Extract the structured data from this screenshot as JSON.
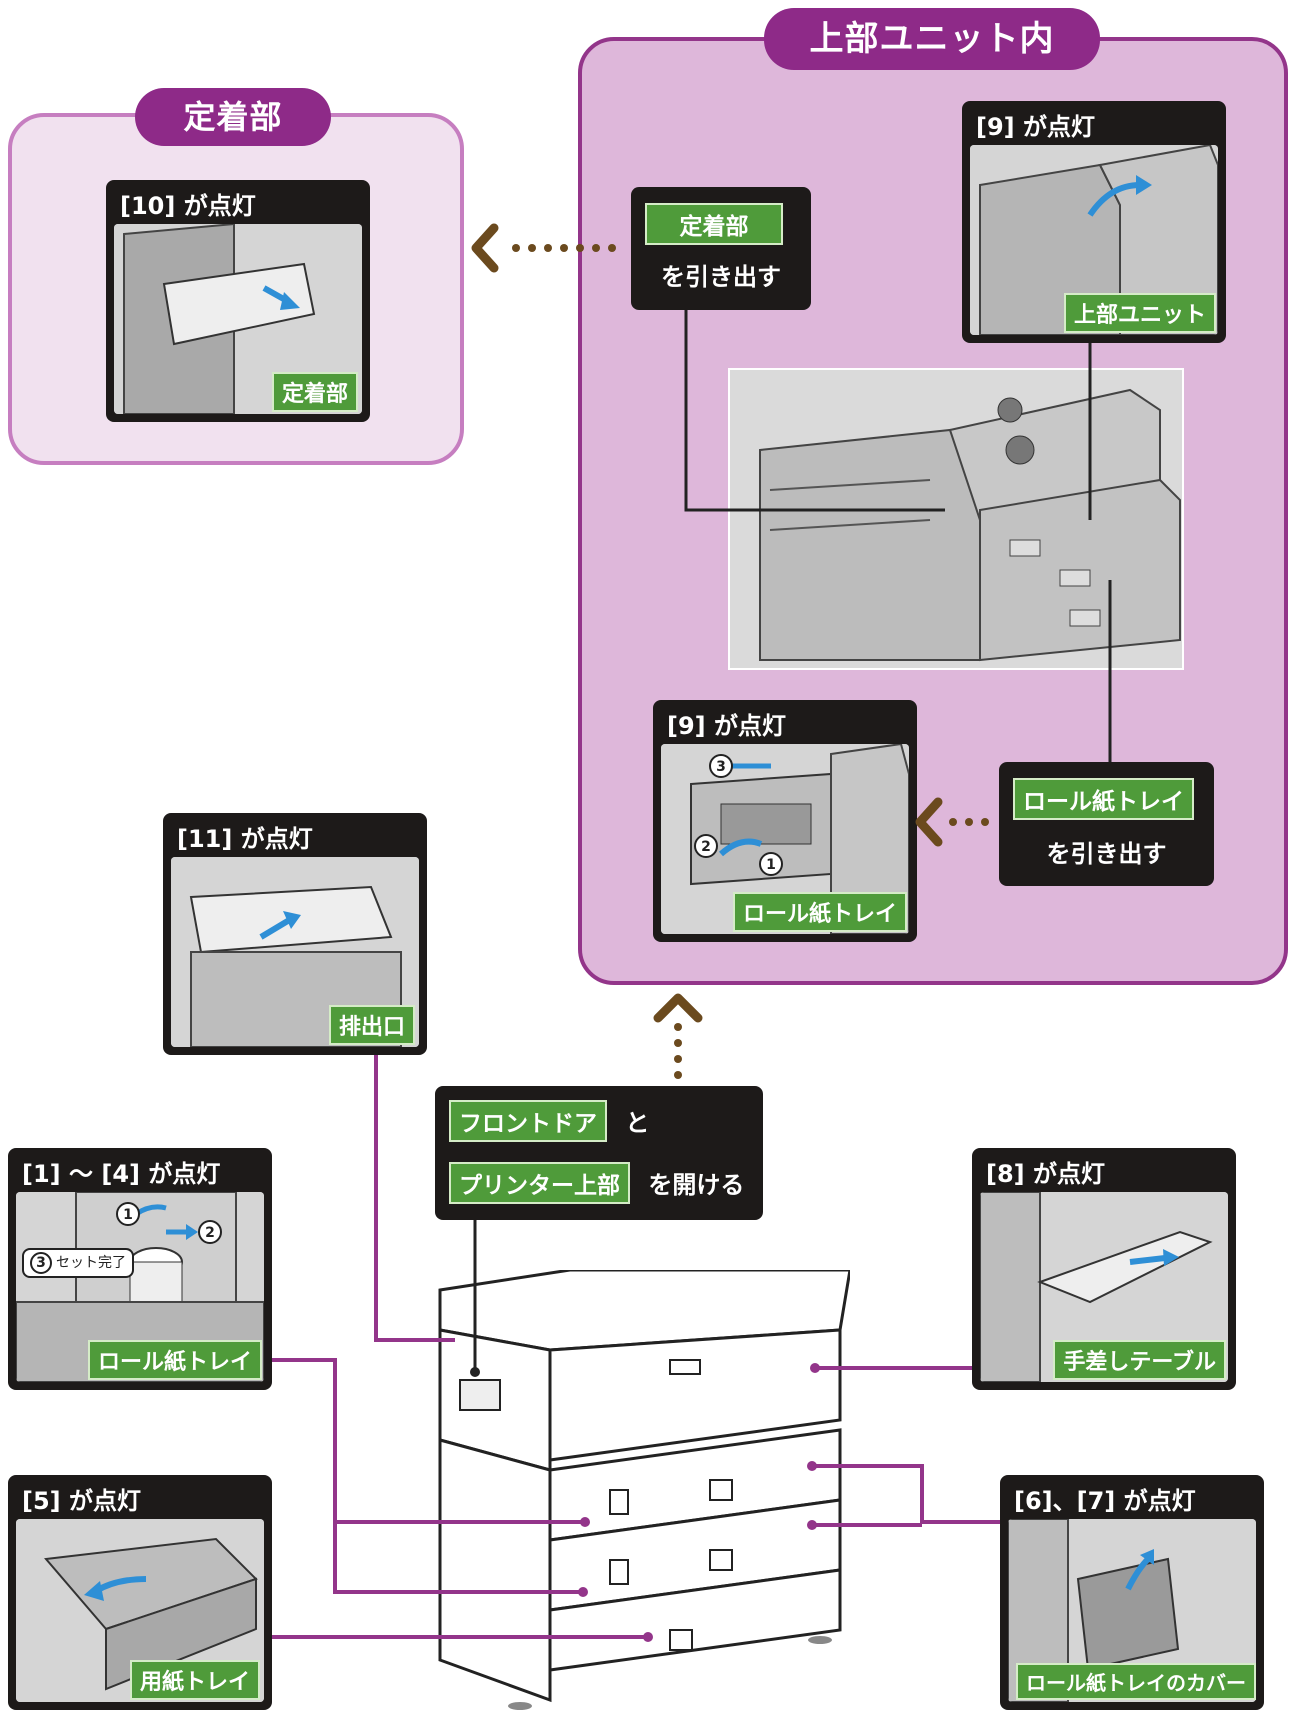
{
  "groups": {
    "fuser": {
      "title": "定着部"
    },
    "upper_unit": {
      "title": "上部ユニット内"
    }
  },
  "instructions": {
    "pull_fuser": {
      "tag": "定着部",
      "text": "を引き出す"
    },
    "pull_roll_tray": {
      "tag": "ロール紙トレイ",
      "text": "を引き出す"
    },
    "open_front": {
      "tag1": "フロントドア",
      "text1": "と",
      "tag2": "プリンター上部",
      "text2": "を開ける"
    }
  },
  "panels": {
    "p10": {
      "title": "[10] が点灯",
      "tag": "定着部"
    },
    "p9_top": {
      "title": "[9] が点灯",
      "tag": "上部ユニット"
    },
    "p9_bottom": {
      "title": "[9] が点灯",
      "tag": "ロール紙トレイ"
    },
    "p11": {
      "title": "[11] が点灯",
      "tag": "排出口"
    },
    "p1_4": {
      "title": "[1] ～ [4] が点灯",
      "tag": "ロール紙トレイ",
      "step3": "セット完了"
    },
    "p8": {
      "title": "[8] が点灯",
      "tag": "手差しテーブル"
    },
    "p5": {
      "title": "[5] が点灯",
      "tag": "用紙トレイ"
    },
    "p6_7": {
      "title": "[6]、[7] が点灯",
      "tag": "ロール紙トレイのカバー"
    }
  },
  "step_numbers": [
    "1",
    "2",
    "3"
  ],
  "colors": {
    "purple": "#8e2a88",
    "green": "#4f9b3a",
    "brown": "#6b4a1e",
    "panel": "#1d1a19"
  }
}
